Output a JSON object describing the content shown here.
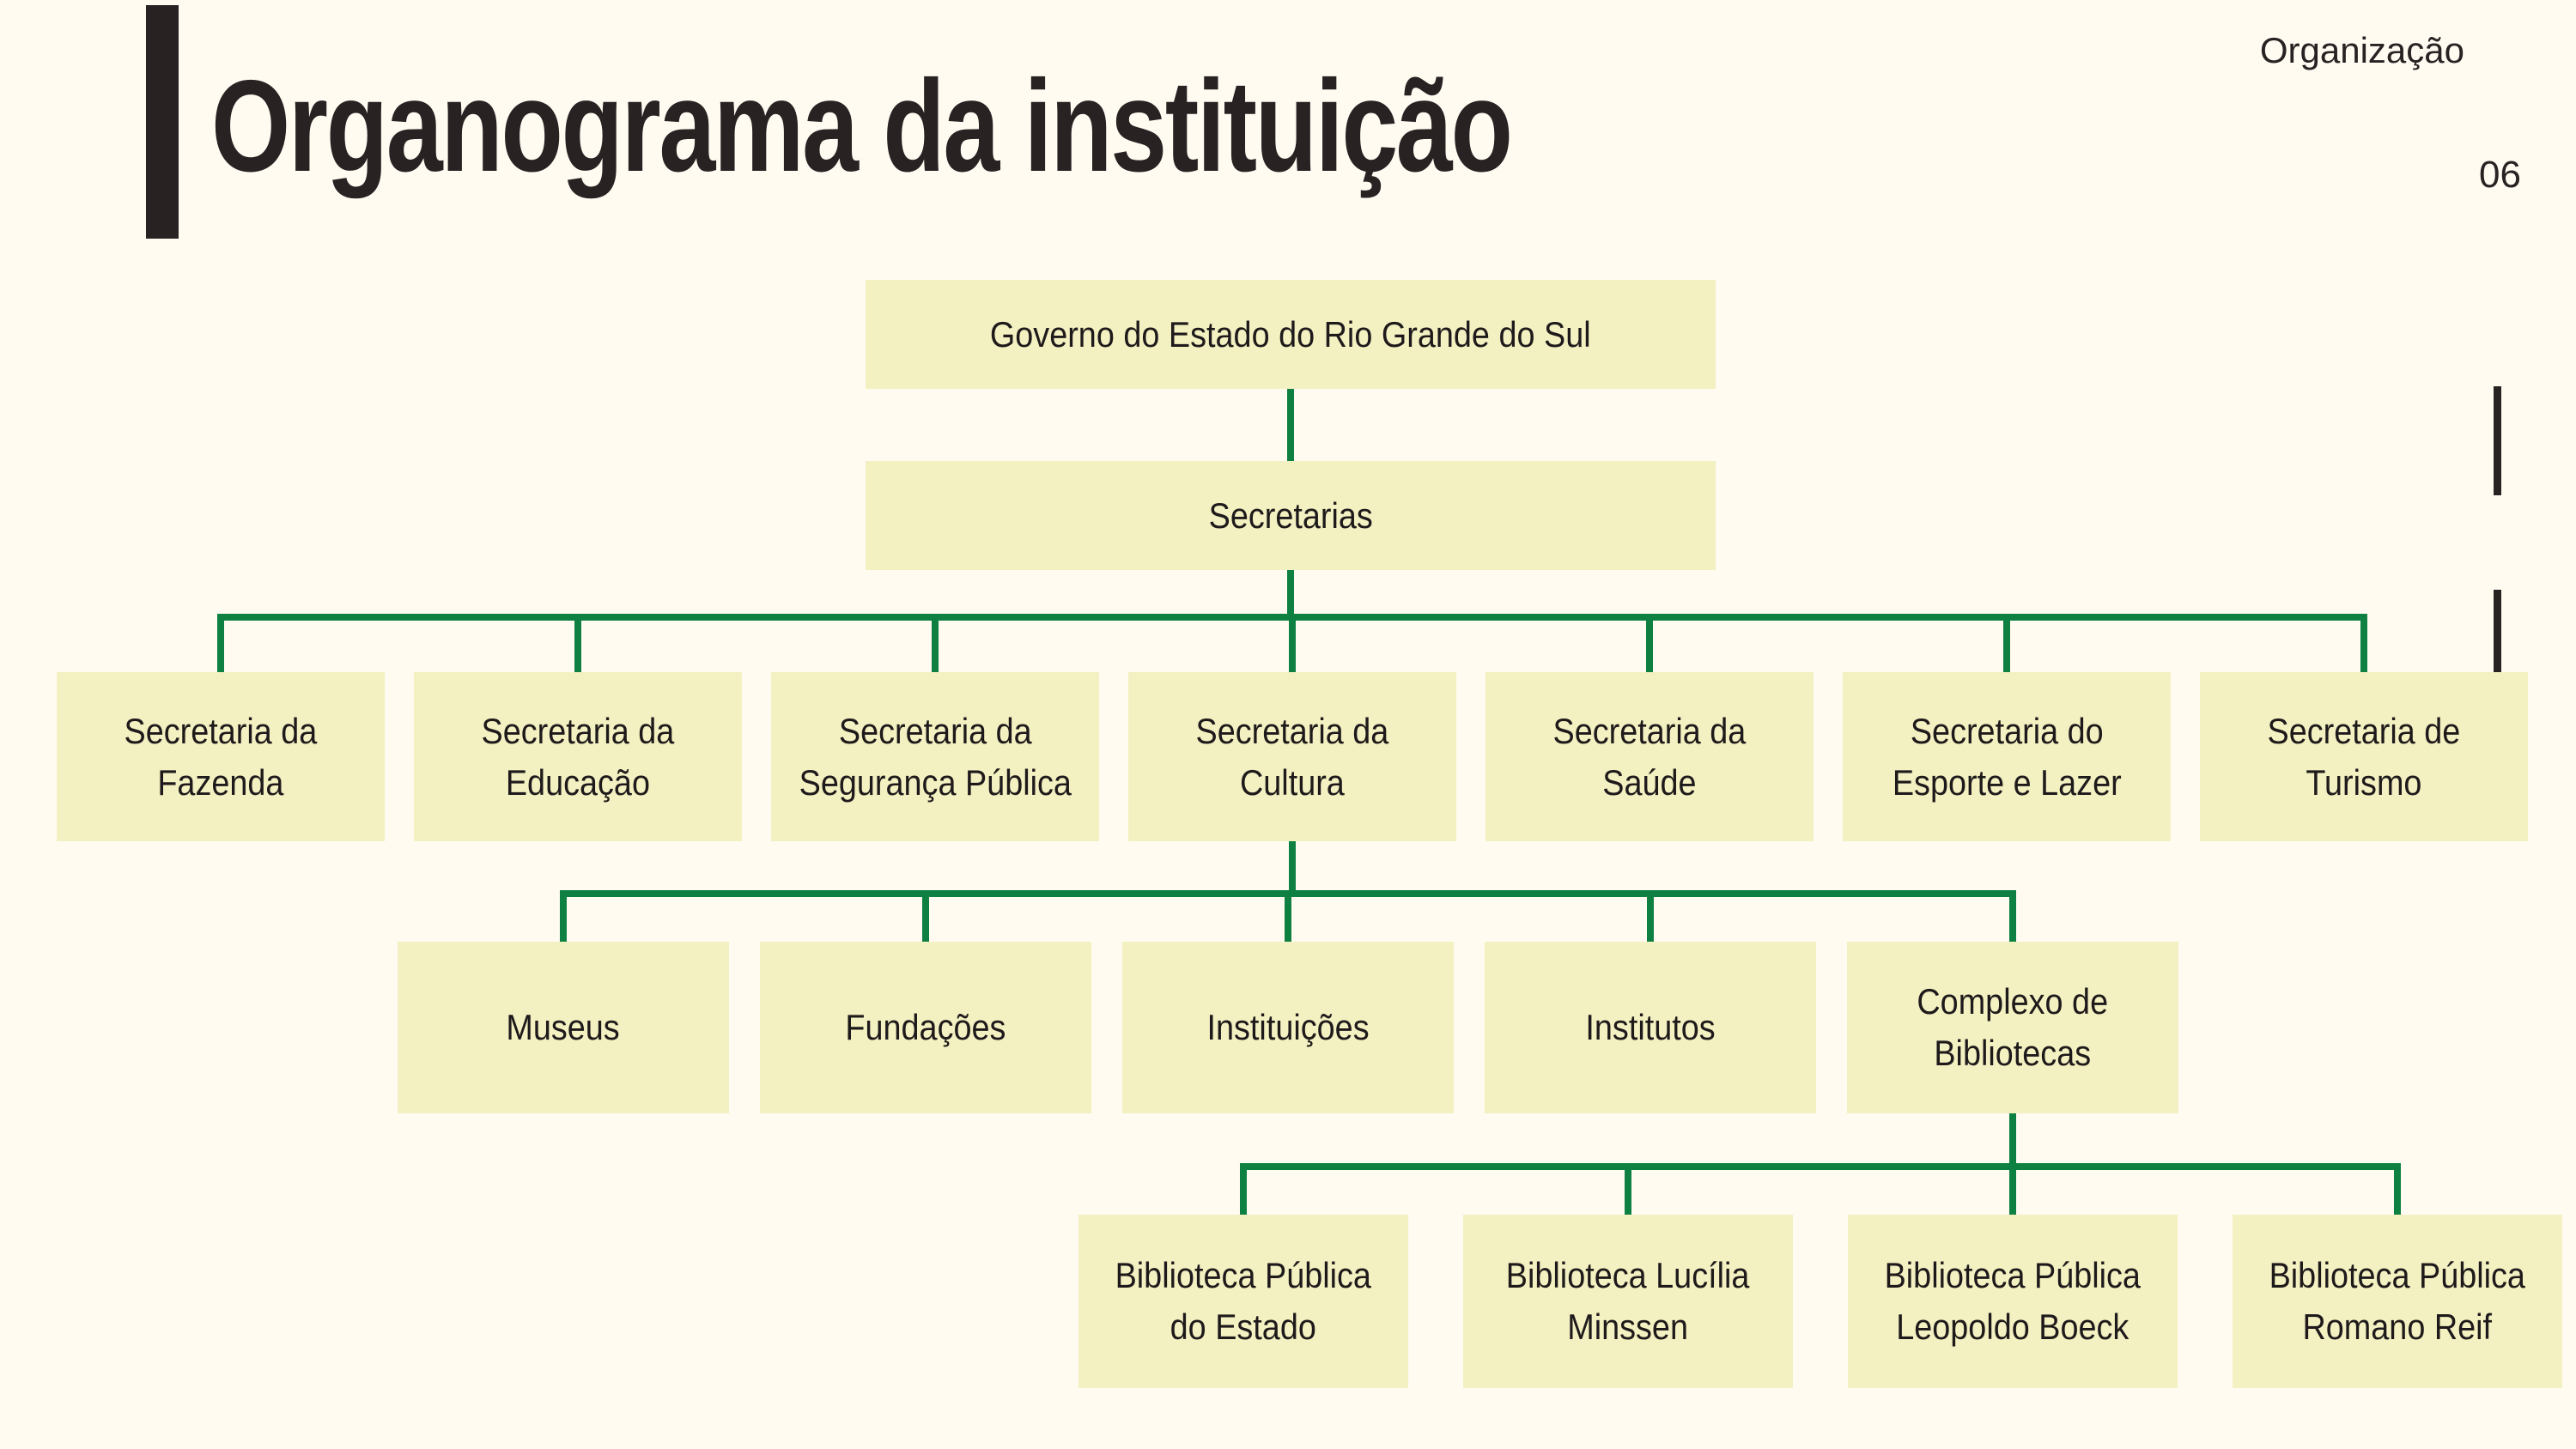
{
  "page": {
    "eyebrow": "Organização",
    "page_number": "06",
    "title": "Organograma da instituição"
  },
  "colors": {
    "bg": "#FFFBF1",
    "box_fill": "#F3F0C1",
    "line_green": "#0E8042",
    "ink": "#282223"
  },
  "org_chart": {
    "root": "Governo do Estado do Rio Grande do Sul",
    "secretarias_group": "Secretarias",
    "secretarias": [
      "Secretaria da\nFazenda",
      "Secretaria da\nEducação",
      "Secretaria da\nSegurança Pública",
      "Secretaria da\nCultura",
      "Secretaria da\nSaúde",
      "Secretaria do\nEsporte e Lazer",
      "Secretaria de\nTurismo"
    ],
    "cultura_children": [
      "Museus",
      "Fundações",
      "Instituições",
      "Institutos",
      "Complexo de\nBibliotecas"
    ],
    "bibliotecas": [
      "Biblioteca Pública\ndo Estado",
      "Biblioteca Lucília\nMinssen",
      "Biblioteca Pública\nLeopoldo Boeck",
      "Biblioteca Pública\nRomano Reif"
    ]
  }
}
